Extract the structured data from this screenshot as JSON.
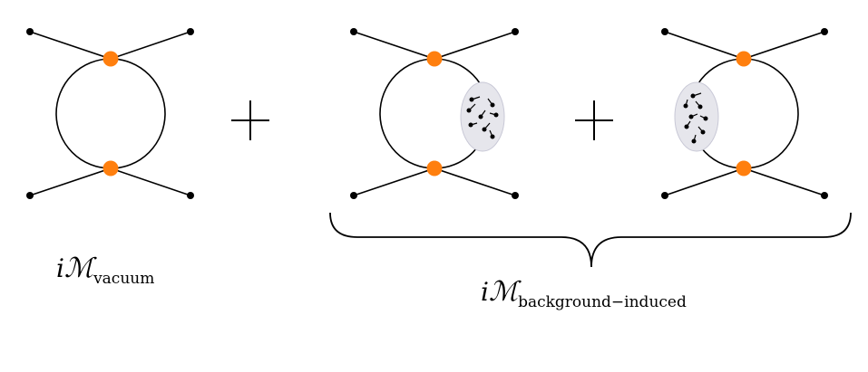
{
  "labels": {
    "vacuum": {
      "symbol_i": "i",
      "symbol_M": "ℳ",
      "subscript": "vacuum"
    },
    "background": {
      "symbol_i": "i",
      "symbol_M": "ℳ",
      "subscript": "background−induced"
    }
  },
  "operators": {
    "plus_1": "+",
    "plus_2": "+"
  },
  "colors": {
    "vertex": "#ff7f0e",
    "blob": "#e6e6ec",
    "line": "#000000"
  }
}
